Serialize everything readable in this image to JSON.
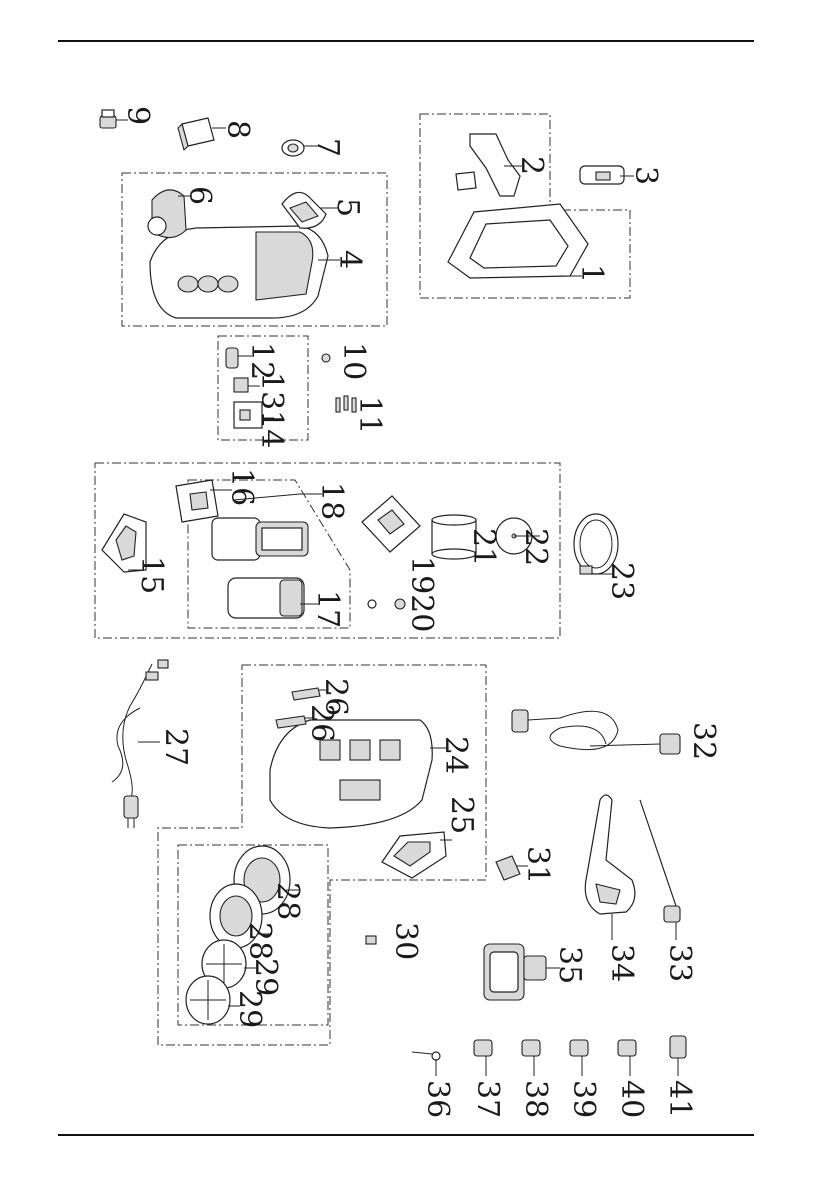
{
  "labels": {
    "p1": "1",
    "p2": "2",
    "p3": "3",
    "p4": "4",
    "p5": "5",
    "p6": "6",
    "p7": "7",
    "p8": "8",
    "p9": "9",
    "p10": "10",
    "p11": "11",
    "p12": "12",
    "p1314": "1314",
    "p15": "15",
    "p16": "16",
    "p17": "17",
    "p18": "18",
    "p1920": "1920",
    "p21": "21",
    "p22": "22",
    "p23": "23",
    "p24": "24",
    "p25": "25",
    "p26a": "26",
    "p26b": "26",
    "p27": "27",
    "p28a": "28",
    "p28b": "28",
    "p29a": "29",
    "p29b": "29",
    "p30": "30",
    "p31": "31",
    "p32": "32",
    "p33": "33",
    "p34": "34",
    "p35": "35",
    "p36": "36",
    "p37": "37",
    "p38": "38",
    "p39": "39",
    "p40": "40",
    "p41": "41"
  }
}
